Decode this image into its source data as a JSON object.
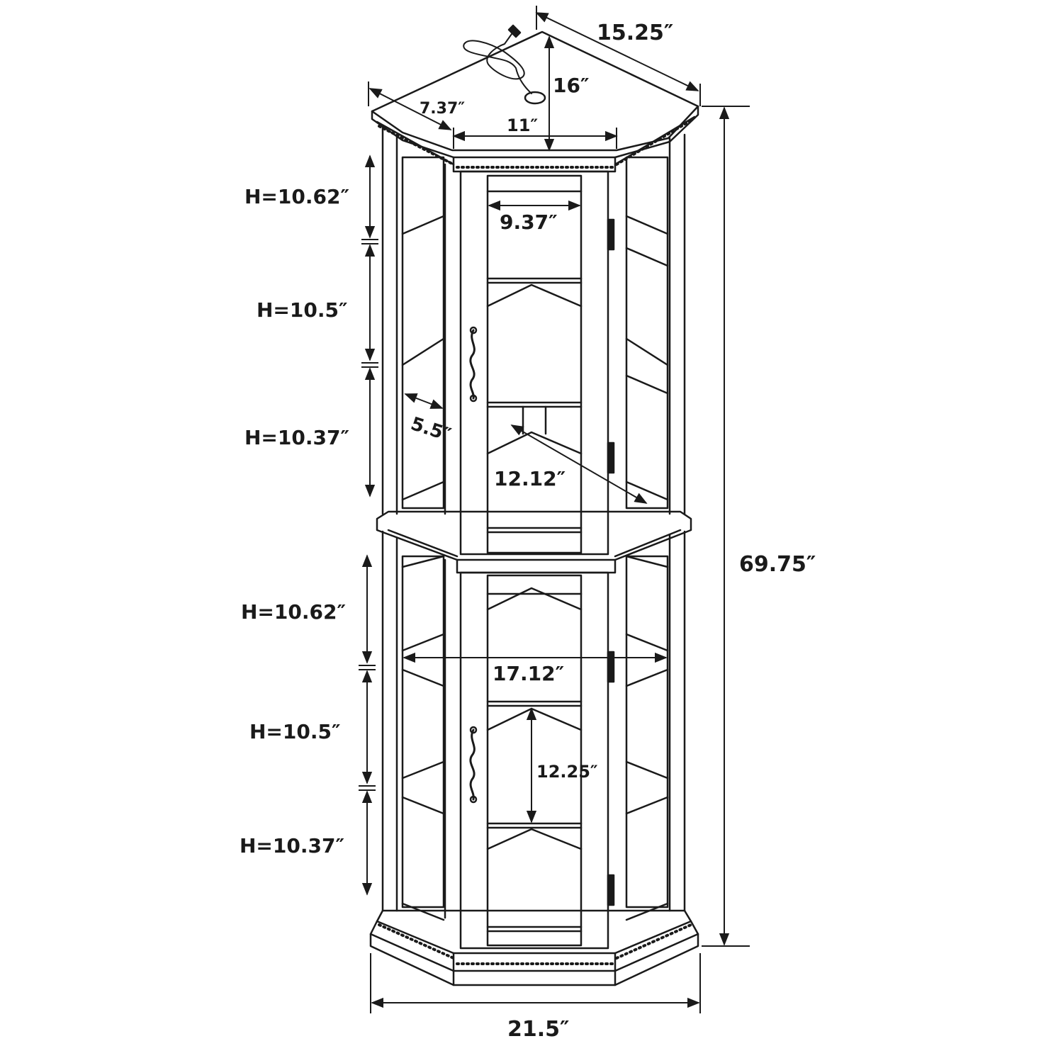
{
  "diagram": {
    "line_color": "#1a1a1a",
    "background_color": "#ffffff",
    "labels": {
      "top_diagonal_width": "15.25″",
      "top_depth": "16″",
      "top_side": "7.37″",
      "top_front": "11″",
      "inner_upper_width": "9.37″",
      "shelf_depth": "5.5″",
      "inner_diagonal": "12.12″",
      "total_height": "69.75″",
      "lower_span": "17.12″",
      "lower_inner_height": "12.25″",
      "base_width": "21.5″"
    },
    "compartment_heights": [
      "H=10.62″",
      "H=10.5″",
      "H=10.37″",
      "H=10.62″",
      "H=10.5″",
      "H=10.37″"
    ]
  }
}
